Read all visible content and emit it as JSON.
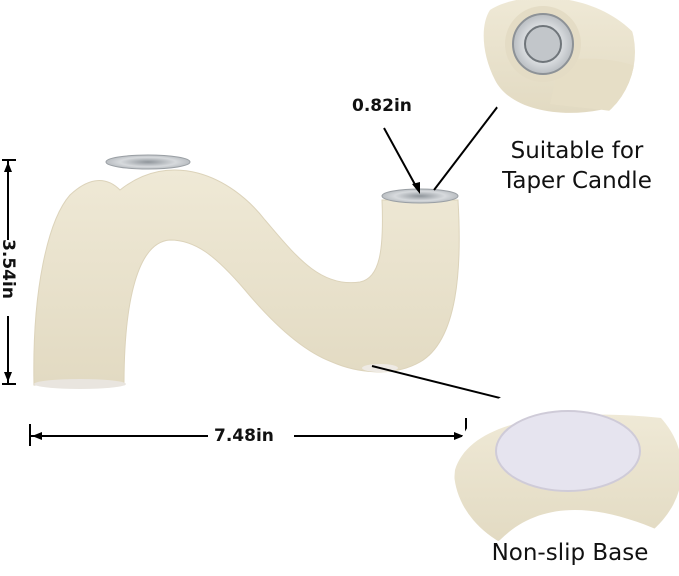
{
  "dimensions": {
    "height": "3.54in",
    "width": "7.48in",
    "opening": "0.82in"
  },
  "captions": {
    "taper": "Suitable for\nTaper Candle",
    "base": "Non-slip Base"
  },
  "colors": {
    "ceramic": "#ebe4cf",
    "metal_cup": "#c9cccf",
    "pad": "#e6e4ef",
    "line": "#000000"
  }
}
